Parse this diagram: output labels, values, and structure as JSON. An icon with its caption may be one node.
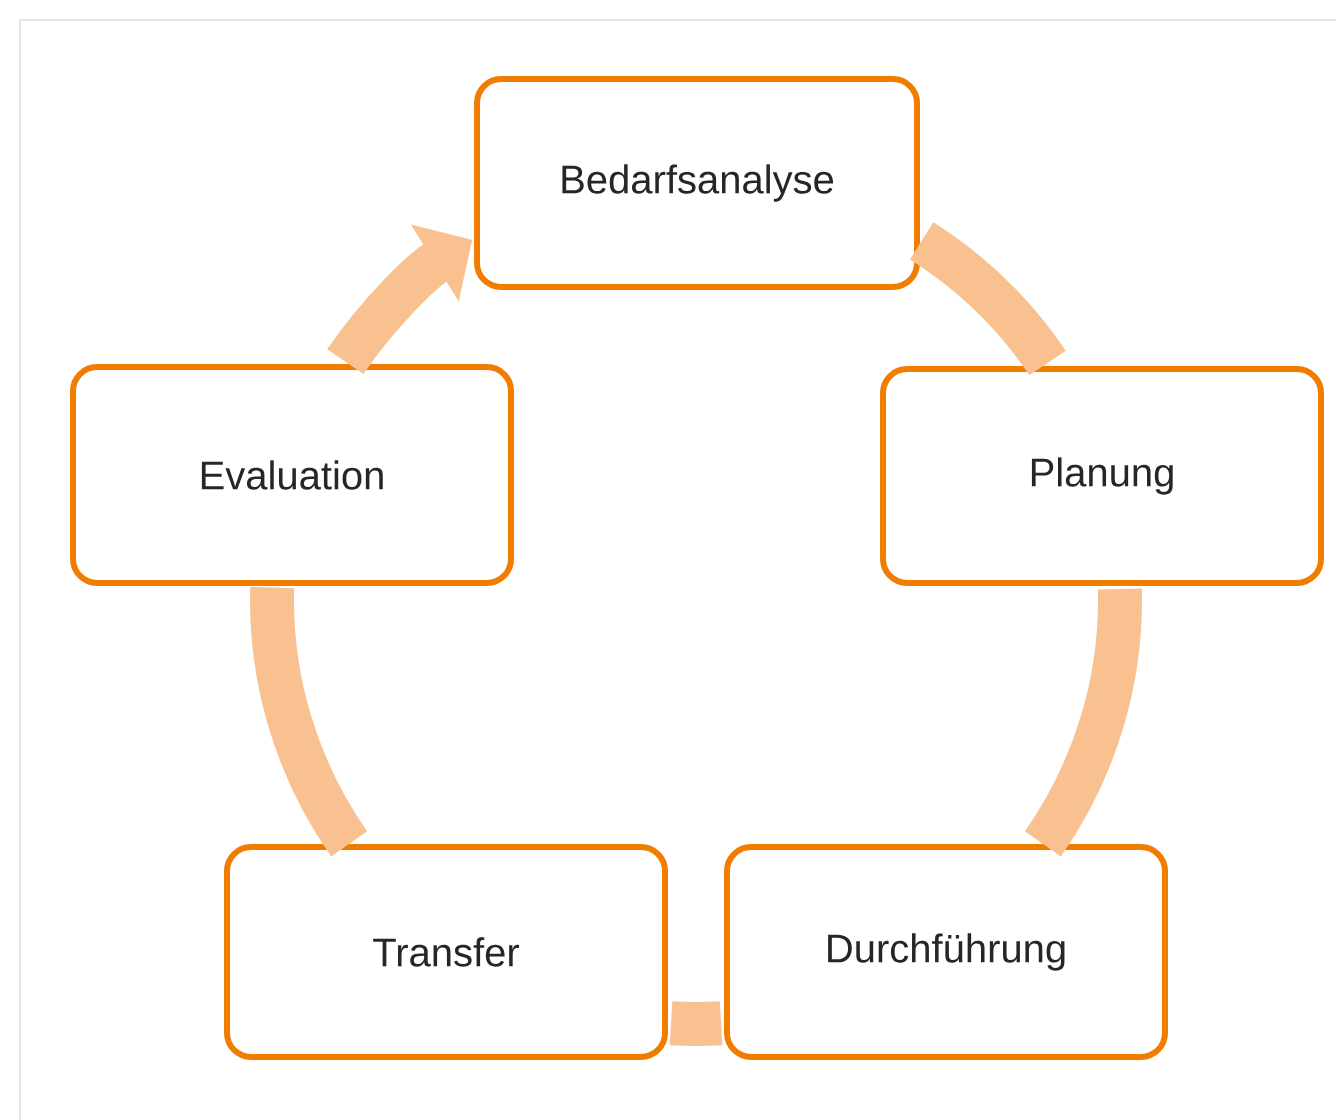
{
  "diagram": {
    "nodes": [
      {
        "text": [
          "Bedarfsanalyse"
        ]
      },
      {
        "text": [
          "Planung"
        ]
      },
      {
        "text": [
          "Durchführung"
        ]
      },
      {
        "text": [
          "Transfer"
        ]
      },
      {
        "text": [
          "Evaluation"
        ]
      }
    ],
    "edges": [
      {
        "from": 0,
        "to": 1,
        "arrow": "none"
      },
      {
        "from": 1,
        "to": 2,
        "arrow": "none"
      },
      {
        "from": 2,
        "to": 3,
        "arrow": "none"
      },
      {
        "from": 3,
        "to": 4,
        "arrow": "none"
      },
      {
        "from": 4,
        "to": 0,
        "arrow": "to"
      }
    ]
  }
}
